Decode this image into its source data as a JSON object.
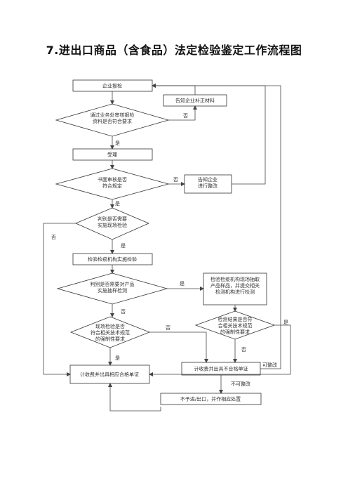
{
  "title": "7.进出口商品（含食品）法定检验鉴定工作流程图",
  "nodes": {
    "n1": [
      "企业报检"
    ],
    "n2": [
      "告知企业补正材料"
    ],
    "d1": [
      "通过业务处审核报检",
      "资料是否符合要求"
    ],
    "n3": [
      "受理"
    ],
    "d2": [
      "书面审核是否",
      "符合规定"
    ],
    "n4": [
      "告知企业",
      "进行整改"
    ],
    "d3": [
      "判别是否需要",
      "实施现场检验"
    ],
    "n5": [
      "检验检疫机构实施检验"
    ],
    "d4": [
      "判别是否需要对产品",
      "实施抽样检测"
    ],
    "n6": [
      "检验检疫机构现场抽取",
      "产品样品，并提交相关",
      "检测机构进行检测"
    ],
    "d5": [
      "现场检验是否",
      "符合相关技术规范",
      "的强制性要求"
    ],
    "d6": [
      "检测结果是否符",
      "合相关技术规范",
      "的强制性要求"
    ],
    "n7": [
      "计收费并出具相应合格单证"
    ],
    "n8": [
      "计收费并出具不合格单证"
    ],
    "n9": [
      "不予进/出口，并作相应处置"
    ]
  },
  "labels": {
    "no_d1": "否",
    "yes_d1": "是",
    "no_d2": "否",
    "yes_d2": "是",
    "no_d3": "否",
    "yes_d3": "是",
    "yes_d4": "是",
    "no_d4": "否",
    "no_d5": "否",
    "yes_d5": "是",
    "yes_d6": "是",
    "no_d6": "否",
    "fixable": "可整改",
    "not_fixable": "不可整改"
  }
}
